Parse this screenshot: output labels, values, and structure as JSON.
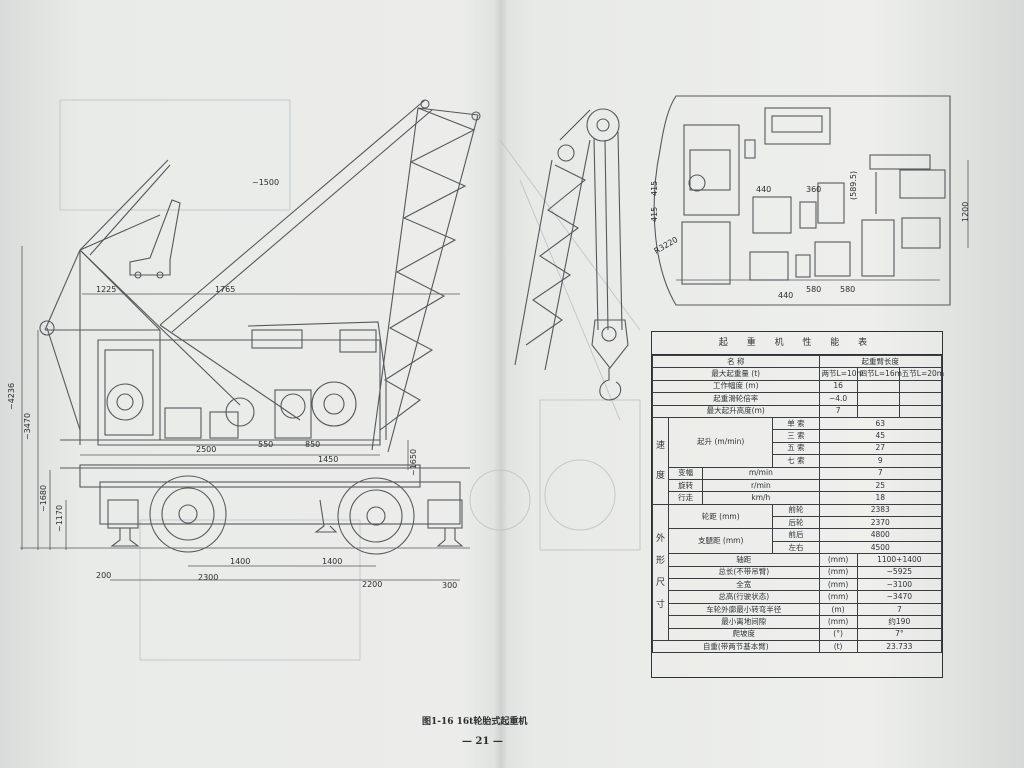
{
  "drawing": {
    "dimensions_side": [
      "~1500",
      "1225",
      "1765",
      "~4236",
      "~3470",
      "~1680",
      "~1170",
      "2500",
      "550",
      "850",
      "1450",
      "~1650",
      "1400",
      "1400",
      "200",
      "2300",
      "2200",
      "300"
    ],
    "dimensions_plan": [
      "415",
      "415",
      "R3220",
      "440",
      "360",
      "440",
      "580",
      "580",
      "1200",
      "(589.5)"
    ]
  },
  "spec_table": {
    "title": "起 重 机 性 能 表",
    "header": {
      "name_label": "名 称",
      "boom_label": "起重臂长度"
    },
    "rows": [
      {
        "label": "最大起重量 (t)",
        "values": [
          "两节L=10m",
          "四节L=16m",
          "五节L=20m"
        ]
      },
      {
        "label": "工作幅度 (m)",
        "values": [
          "16",
          "",
          ""
        ]
      },
      {
        "label": "起重滑轮倍率",
        "values": [
          "~4.0",
          "",
          ""
        ]
      },
      {
        "label": "最大起升高度(m)",
        "values": [
          "7",
          "",
          ""
        ]
      }
    ],
    "speed_group": "速度",
    "lift_label": "起升 (m/min)",
    "lift_rows": [
      {
        "label": "单 索",
        "value": "63"
      },
      {
        "label": "三 索",
        "value": "45"
      },
      {
        "label": "五 索",
        "value": "27"
      },
      {
        "label": "七 索",
        "value": "9"
      }
    ],
    "speed_rows": [
      {
        "label": "变幅",
        "unit": "m/min",
        "value": "7"
      },
      {
        "label": "旋转",
        "unit": "r/min",
        "value": "25"
      },
      {
        "label": "行走",
        "unit": "km/h",
        "value": "18"
      }
    ],
    "size_group": "外形尺寸",
    "track_label": "轮距 (mm)",
    "track_rows": [
      {
        "label": "前轮",
        "value": "2383"
      },
      {
        "label": "后轮",
        "value": "2370"
      }
    ],
    "base_label": "支腿距 (mm)",
    "base_rows": [
      {
        "label": "前后",
        "value": "4800"
      },
      {
        "label": "左右",
        "value": "4500"
      }
    ],
    "dim_rows": [
      {
        "label": "轴距",
        "unit": "(mm)",
        "value": "1100+1400"
      },
      {
        "label": "总长(不带吊臂)",
        "unit": "(mm)",
        "value": "~5925"
      },
      {
        "label": "全宽",
        "unit": "(mm)",
        "value": "~3100"
      },
      {
        "label": "总高(行驶状态)",
        "unit": "(mm)",
        "value": "~3470"
      },
      {
        "label": "车轮外廓最小转弯半径",
        "unit": "(m)",
        "value": "7"
      },
      {
        "label": "最小离地间隙",
        "unit": "(mm)",
        "value": "约190"
      },
      {
        "label": "爬坡度",
        "unit": "(°)",
        "value": "7°"
      }
    ],
    "weight_row": {
      "label": "自重(带两节基本臂)",
      "unit": "(t)",
      "value": "23.733"
    }
  },
  "caption": "图1-16 16t轮胎式起重机",
  "page_number": "— 21 —"
}
